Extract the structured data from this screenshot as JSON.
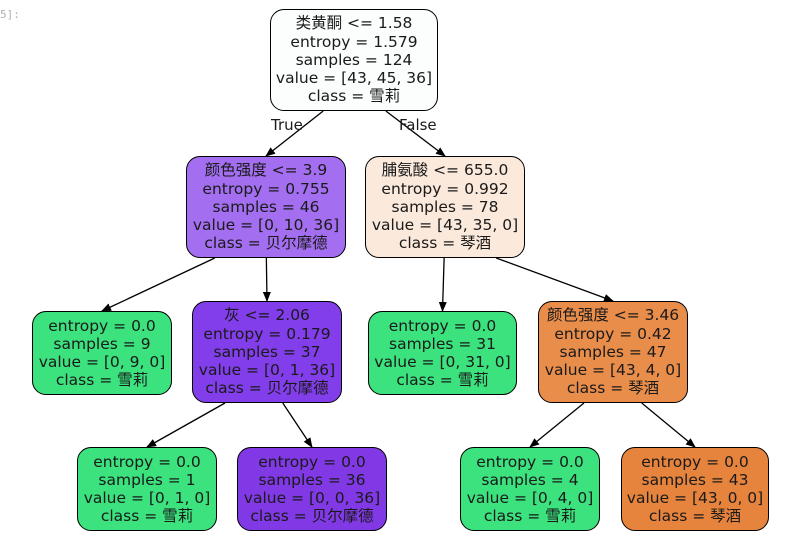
{
  "cell_prompt": "5]:",
  "tree": {
    "nodes": [
      {
        "id": "n0",
        "lines": [
          "类黄酮 <= 1.58",
          "entropy = 1.579",
          "samples = 124",
          "value = [43, 45, 36]",
          "class = 雪莉"
        ],
        "color": "#fbfefc"
      },
      {
        "id": "n1",
        "lines": [
          "颜色强度 <= 3.9",
          "entropy = 0.755",
          "samples = 46",
          "value = [0, 10, 36]",
          "class = 贝尔摩德"
        ],
        "color": "#a36ef0"
      },
      {
        "id": "n2",
        "lines": [
          "脯氨酸 <= 655.0",
          "entropy = 0.992",
          "samples = 78",
          "value = [43, 35, 0]",
          "class = 琴酒"
        ],
        "color": "#fbe9dc"
      },
      {
        "id": "n3",
        "lines": [
          "entropy = 0.0",
          "samples = 9",
          "value = [0, 9, 0]",
          "class = 雪莉"
        ],
        "color": "#3be27e"
      },
      {
        "id": "n4",
        "lines": [
          "灰 <= 2.06",
          "entropy = 0.179",
          "samples = 37",
          "value = [0, 1, 36]",
          "class = 贝尔摩德"
        ],
        "color": "#823eea"
      },
      {
        "id": "n5",
        "lines": [
          "entropy = 0.0",
          "samples = 31",
          "value = [0, 31, 0]",
          "class = 雪莉"
        ],
        "color": "#3be27e"
      },
      {
        "id": "n6",
        "lines": [
          "颜色强度 <= 3.46",
          "entropy = 0.42",
          "samples = 47",
          "value = [43, 4, 0]",
          "class = 琴酒"
        ],
        "color": "#e98d4b"
      },
      {
        "id": "n7",
        "lines": [
          "entropy = 0.0",
          "samples = 1",
          "value = [0, 1, 0]",
          "class = 雪莉"
        ],
        "color": "#3be27e"
      },
      {
        "id": "n8",
        "lines": [
          "entropy = 0.0",
          "samples = 36",
          "value = [0, 0, 36]",
          "class = 贝尔摩德"
        ],
        "color": "#8139e5"
      },
      {
        "id": "n9",
        "lines": [
          "entropy = 0.0",
          "samples = 4",
          "value = [0, 4, 0]",
          "class = 雪莉"
        ],
        "color": "#3be27e"
      },
      {
        "id": "n10",
        "lines": [
          "entropy = 0.0",
          "samples = 43",
          "value = [43, 0, 0]",
          "class = 琴酒"
        ],
        "color": "#e6843d"
      }
    ],
    "edges": [
      {
        "from": "n0",
        "to": "n1",
        "label": "True"
      },
      {
        "from": "n0",
        "to": "n2",
        "label": "False"
      },
      {
        "from": "n1",
        "to": "n3",
        "label": ""
      },
      {
        "from": "n1",
        "to": "n4",
        "label": ""
      },
      {
        "from": "n2",
        "to": "n5",
        "label": ""
      },
      {
        "from": "n2",
        "to": "n6",
        "label": ""
      },
      {
        "from": "n4",
        "to": "n7",
        "label": ""
      },
      {
        "from": "n4",
        "to": "n8",
        "label": ""
      },
      {
        "from": "n6",
        "to": "n9",
        "label": ""
      },
      {
        "from": "n6",
        "to": "n10",
        "label": ""
      }
    ]
  }
}
